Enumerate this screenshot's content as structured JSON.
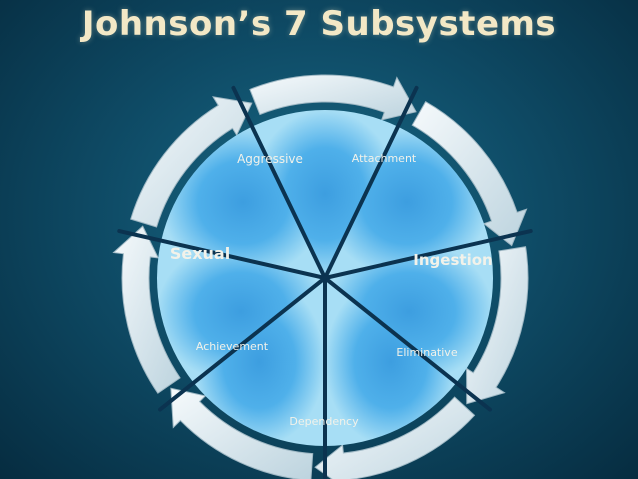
{
  "title": "Johnson’s 7 Subsystems",
  "subsystems": [
    {
      "label": "Aggressive"
    },
    {
      "label": "Attachment"
    },
    {
      "label": "Ingestion"
    },
    {
      "label": "Eliminative"
    },
    {
      "label": "Dependency"
    },
    {
      "label": "Achievement"
    },
    {
      "label": "Sexual"
    }
  ],
  "colors": {
    "wedge_light": "#9fdcf6",
    "wedge_dark": "#1f7fc4",
    "divider": "#0b3350",
    "arrow": "#e8f1f5"
  }
}
